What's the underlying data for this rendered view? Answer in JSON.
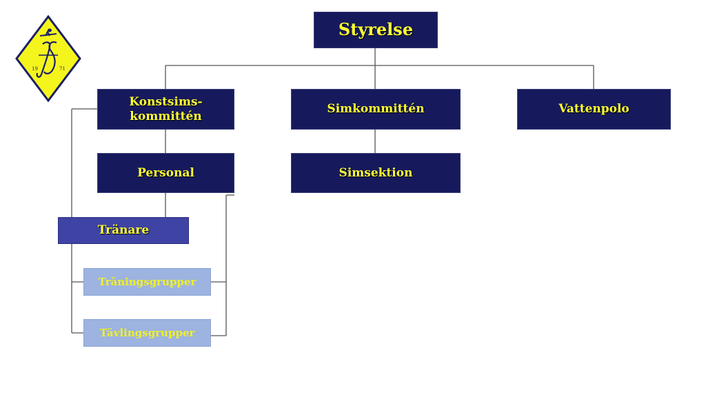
{
  "logo": {
    "icon": "diamond-emblem-icon",
    "year_left": "19",
    "year_right": "71",
    "colors": {
      "fill": "#f5f51e",
      "border": "#1a1f66"
    }
  },
  "nodes": {
    "styrelse": "Styrelse",
    "konstsimskommitten": "Konstsims-\nkommittén",
    "simkommitten": "Simkommittén",
    "vattenpolo": "Vattenpolo",
    "personal": "Personal",
    "simsektion": "Simsektion",
    "tranare": "Tränare",
    "traningsgrupper": "Träningsgrupper",
    "tavlingsgrupper": "Tävlingsgrupper"
  },
  "colors": {
    "dark_box": "#161a5c",
    "mid_box": "#3f43a3",
    "light_box": "#9db3e0",
    "text": "#ffff33",
    "connector": "#555555"
  }
}
